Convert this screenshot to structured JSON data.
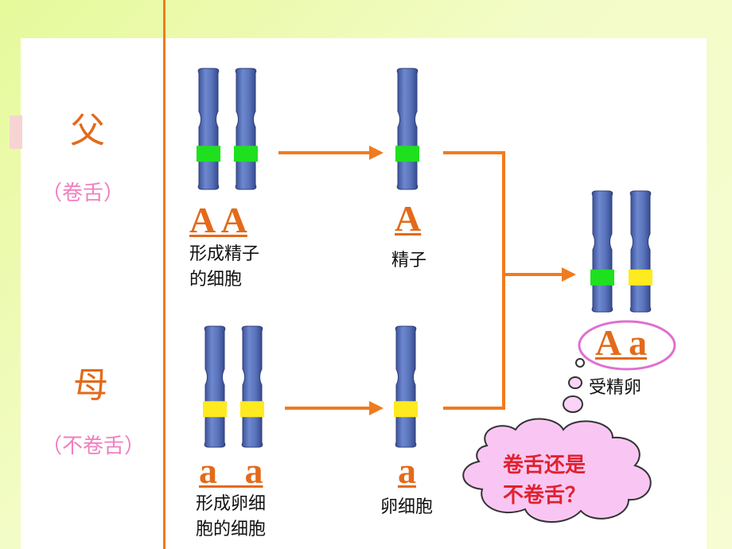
{
  "side_labels": {
    "father": "父",
    "father_trait": "（卷舌）",
    "mother": "母",
    "mother_trait": "（不卷舌）"
  },
  "genes": {
    "father_cell": "A A",
    "sperm": "A",
    "mother_cell": "a   a",
    "egg": "a",
    "zygote": "A a"
  },
  "captions": {
    "father_cell": [
      "形成精子",
      "的细胞"
    ],
    "sperm": "精子",
    "mother_cell": [
      "形成卵细",
      "胞的细胞"
    ],
    "egg": "卵细胞",
    "zygote": "受精卵"
  },
  "question": [
    "卷舌还是",
    "不卷舌？"
  ],
  "colors": {
    "dominant_band": "#1fe01f",
    "recessive_band": "#ffea1f",
    "arrow": "#f07b1f",
    "chromosome": "#5570b8",
    "gene_text": "#e36a1a",
    "trait_text": "#f07fbf",
    "question_text": "#e0222e",
    "cloud_fill": "#f9c6f4",
    "zygote_circle": "#e06fd0"
  }
}
